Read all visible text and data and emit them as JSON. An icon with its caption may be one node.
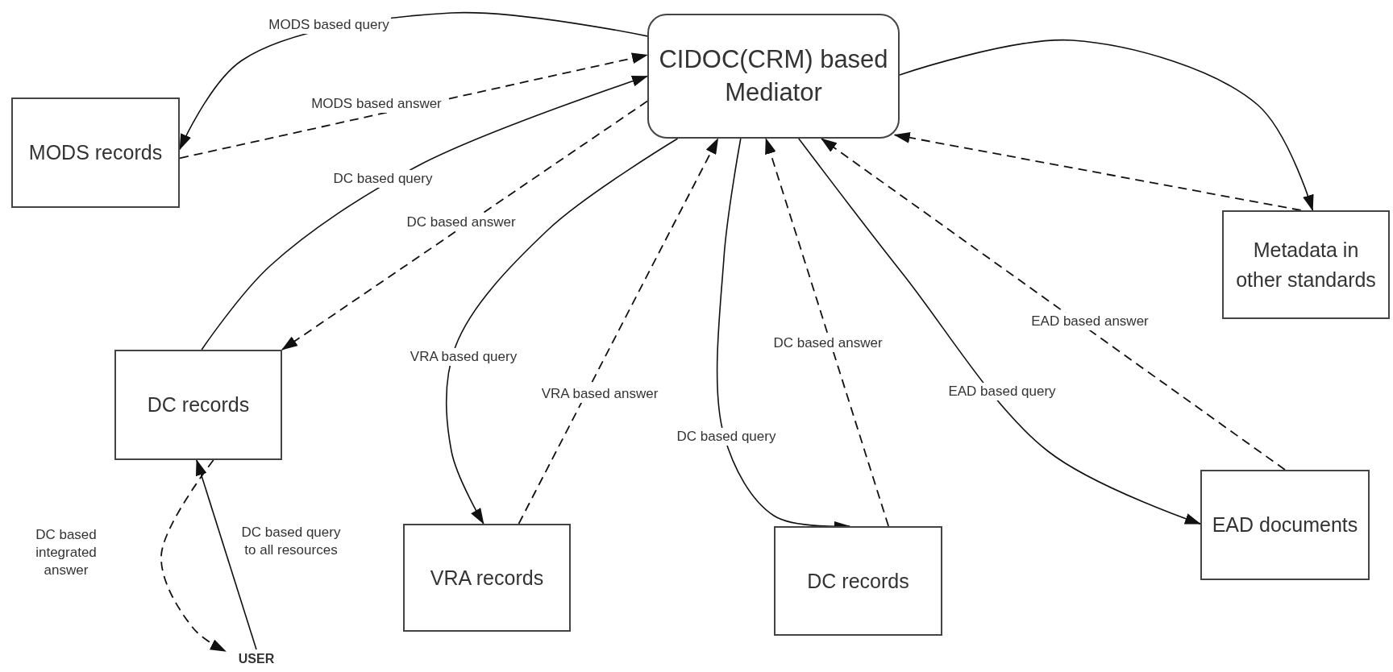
{
  "diagram": {
    "nodes": [
      {
        "text": [
          "CIDOC(CRM) based Mediator"
        ]
      },
      {
        "text": [
          "MODS records"
        ]
      },
      {
        "text": [
          "Metadata in other standards"
        ]
      },
      {
        "text": [
          "DC records"
        ]
      },
      {
        "text": [
          "USER"
        ]
      },
      {
        "text": [
          "VRA records"
        ]
      },
      {
        "text": [
          "DC records"
        ]
      },
      {
        "text": [
          "EAD documents"
        ]
      }
    ],
    "edges": [
      {
        "from": 0,
        "to": 1,
        "arrow": "to",
        "label": "MODS based query"
      },
      {
        "from": 1,
        "to": 0,
        "arrow": "to",
        "label": "MODS based answer",
        "style": "dashed"
      },
      {
        "from": 3,
        "to": 0,
        "arrow": "to",
        "label": "DC based query"
      },
      {
        "from": 0,
        "to": 3,
        "arrow": "to",
        "label": "DC based answer",
        "style": "dashed"
      },
      {
        "from": 0,
        "to": 5,
        "arrow": "to",
        "label": "VRA based query"
      },
      {
        "from": 5,
        "to": 0,
        "arrow": "to",
        "label": "VRA based answer",
        "style": "dashed"
      },
      {
        "from": 0,
        "to": 6,
        "arrow": "to",
        "label": "DC based query"
      },
      {
        "from": 6,
        "to": 0,
        "arrow": "to",
        "label": "DC based answer",
        "style": "dashed"
      },
      {
        "from": 0,
        "to": 7,
        "arrow": "to",
        "label": "EAD based query"
      },
      {
        "from": 7,
        "to": 0,
        "arrow": "to",
        "label": "EAD based answer",
        "style": "dashed"
      },
      {
        "from": 0,
        "to": 2,
        "arrow": "to"
      },
      {
        "from": 2,
        "to": 0,
        "arrow": "to",
        "style": "dashed"
      },
      {
        "from": 3,
        "to": 4,
        "arrow": "to",
        "label": "DC based integrated answer",
        "style": "dashed"
      },
      {
        "from": 4,
        "to": 3,
        "arrow": "to",
        "label": "DC based query to all resources"
      }
    ]
  }
}
